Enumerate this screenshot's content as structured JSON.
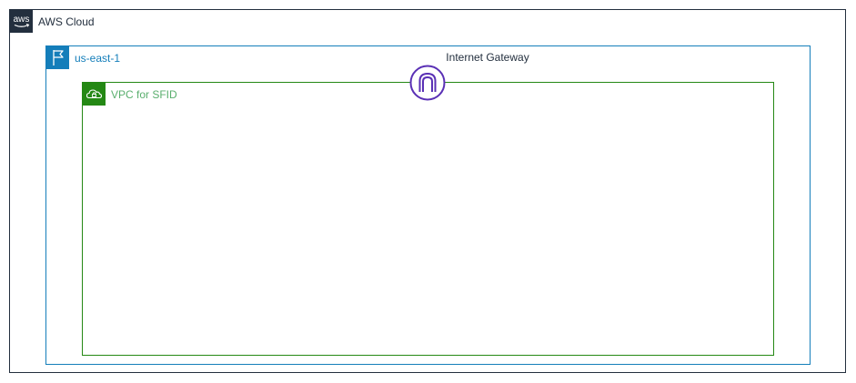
{
  "diagram": {
    "cloud": {
      "label": "AWS Cloud",
      "icon": "aws-logo-icon",
      "border_color": "#232f3e"
    },
    "region": {
      "label": "us-east-1",
      "icon": "region-flag-icon",
      "border_color": "#147eba"
    },
    "vpc": {
      "label": "VPC for SFID",
      "icon": "vpc-cloud-lock-icon",
      "border_color": "#248814",
      "label_color": "#5aaf6e"
    },
    "internet_gateway": {
      "label": "Internet Gateway",
      "icon": "internet-gateway-icon",
      "color": "#5a30b5"
    }
  }
}
